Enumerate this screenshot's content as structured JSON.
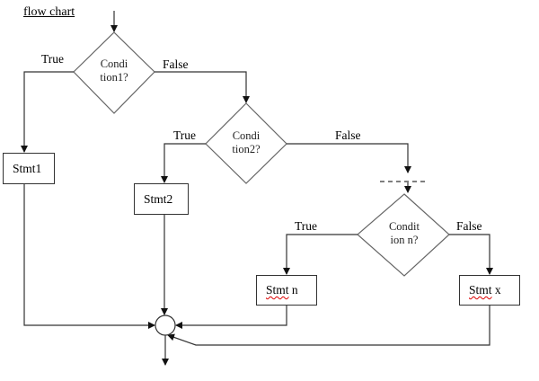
{
  "title": "flow chart",
  "decisions": [
    {
      "id": "cond1",
      "line1": "Condi",
      "line2": "tion1?"
    },
    {
      "id": "cond2",
      "line1": "Condi",
      "line2": "tion2?"
    },
    {
      "id": "condn",
      "line1": "Condit",
      "line2": "ion n?"
    }
  ],
  "statements": {
    "stmt1": "Stmt1",
    "stmt2": "Stmt2",
    "stmtn_word": "Stmt",
    "stmtn_suffix": " n",
    "stmtx_word": "Stmt",
    "stmtx_suffix": " x"
  },
  "branch_labels": {
    "cond1_true": "True",
    "cond1_false": "False",
    "cond2_true": "True",
    "cond2_false": "False",
    "condn_true": "True",
    "condn_false": "False"
  },
  "colors": {
    "line": "#333333",
    "diamond": "#555555",
    "spellcheck": "#dd0000"
  }
}
